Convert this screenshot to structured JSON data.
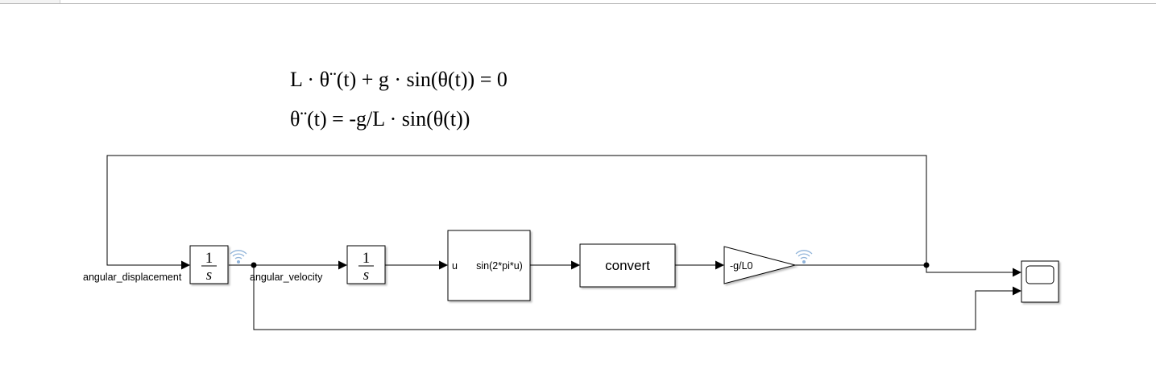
{
  "equations": {
    "line1": "L · θ¨(t) + g · sin(θ(t)) = 0",
    "line2": "θ¨(t) = -g/L · sin(θ(t))"
  },
  "blocks": {
    "integrator1": {
      "numerator": "1",
      "denominator": "s"
    },
    "integrator2": {
      "numerator": "1",
      "denominator": "s"
    },
    "fcn": {
      "input_port": "u",
      "expression": "sin(2*pi*u)"
    },
    "convert": {
      "label": "convert"
    },
    "gain": {
      "label": "-g/L0"
    },
    "scope": {}
  },
  "signals": {
    "angular_displacement": "angular_displacement",
    "angular_velocity": "angular_velocity"
  },
  "colors": {
    "wire": "#000000",
    "logging_icon": "#8fb3d9"
  },
  "icons": {
    "log1": "wifi-icon",
    "log2": "wifi-icon",
    "scope": "scope-screen-icon"
  }
}
